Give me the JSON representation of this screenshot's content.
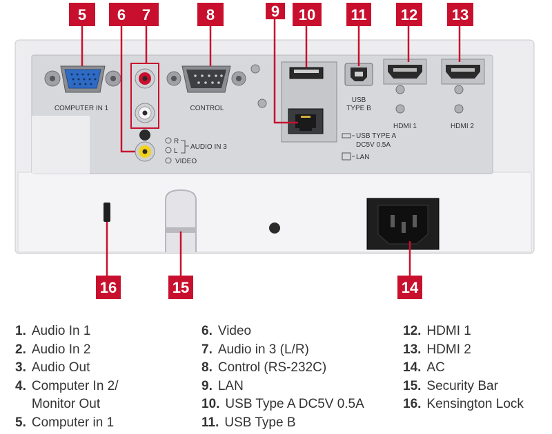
{
  "badge_color": "#c8102e",
  "badges": [
    "5",
    "6",
    "7",
    "8",
    "9",
    "10",
    "11",
    "12",
    "13",
    "16",
    "15",
    "14"
  ],
  "panel_labels": {
    "computer_in_1": "COMPUTER IN 1",
    "control": "CONTROL",
    "usb_type_b": "USB\nTYPE B",
    "hdmi_1": "HDMI 1",
    "hdmi_2": "HDMI 2",
    "audio_r": "R",
    "audio_l": "L",
    "audio_in_3": "AUDIO IN 3",
    "video": "VIDEO",
    "usb_type_a": "USB TYPE A",
    "dc5v": "DC5V 0.5A",
    "lan": "LAN"
  },
  "legend": {
    "col1": [
      {
        "num": "1.",
        "label": "Audio In 1"
      },
      {
        "num": "2.",
        "label": "Audio In 2"
      },
      {
        "num": "3.",
        "label": "Audio Out"
      },
      {
        "num": "4.",
        "label": "Computer In 2/\nMonitor Out"
      },
      {
        "num": "5.",
        "label": "Computer in 1"
      }
    ],
    "col2": [
      {
        "num": "6.",
        "label": "Video"
      },
      {
        "num": "7.",
        "label": "Audio in 3 (L/R)"
      },
      {
        "num": "8.",
        "label": "Control (RS-232C)"
      },
      {
        "num": "9.",
        "label": "LAN"
      },
      {
        "num": "10.",
        "label": "USB Type A DC5V 0.5A"
      },
      {
        "num": "11.",
        "label": "USB Type B"
      }
    ],
    "col3": [
      {
        "num": "12.",
        "label": "HDMI 1"
      },
      {
        "num": "13.",
        "label": "HDMI 2"
      },
      {
        "num": "14.",
        "label": "AC"
      },
      {
        "num": "15.",
        "label": "Security Bar"
      },
      {
        "num": "16.",
        "label": "Kensington Lock"
      }
    ]
  }
}
